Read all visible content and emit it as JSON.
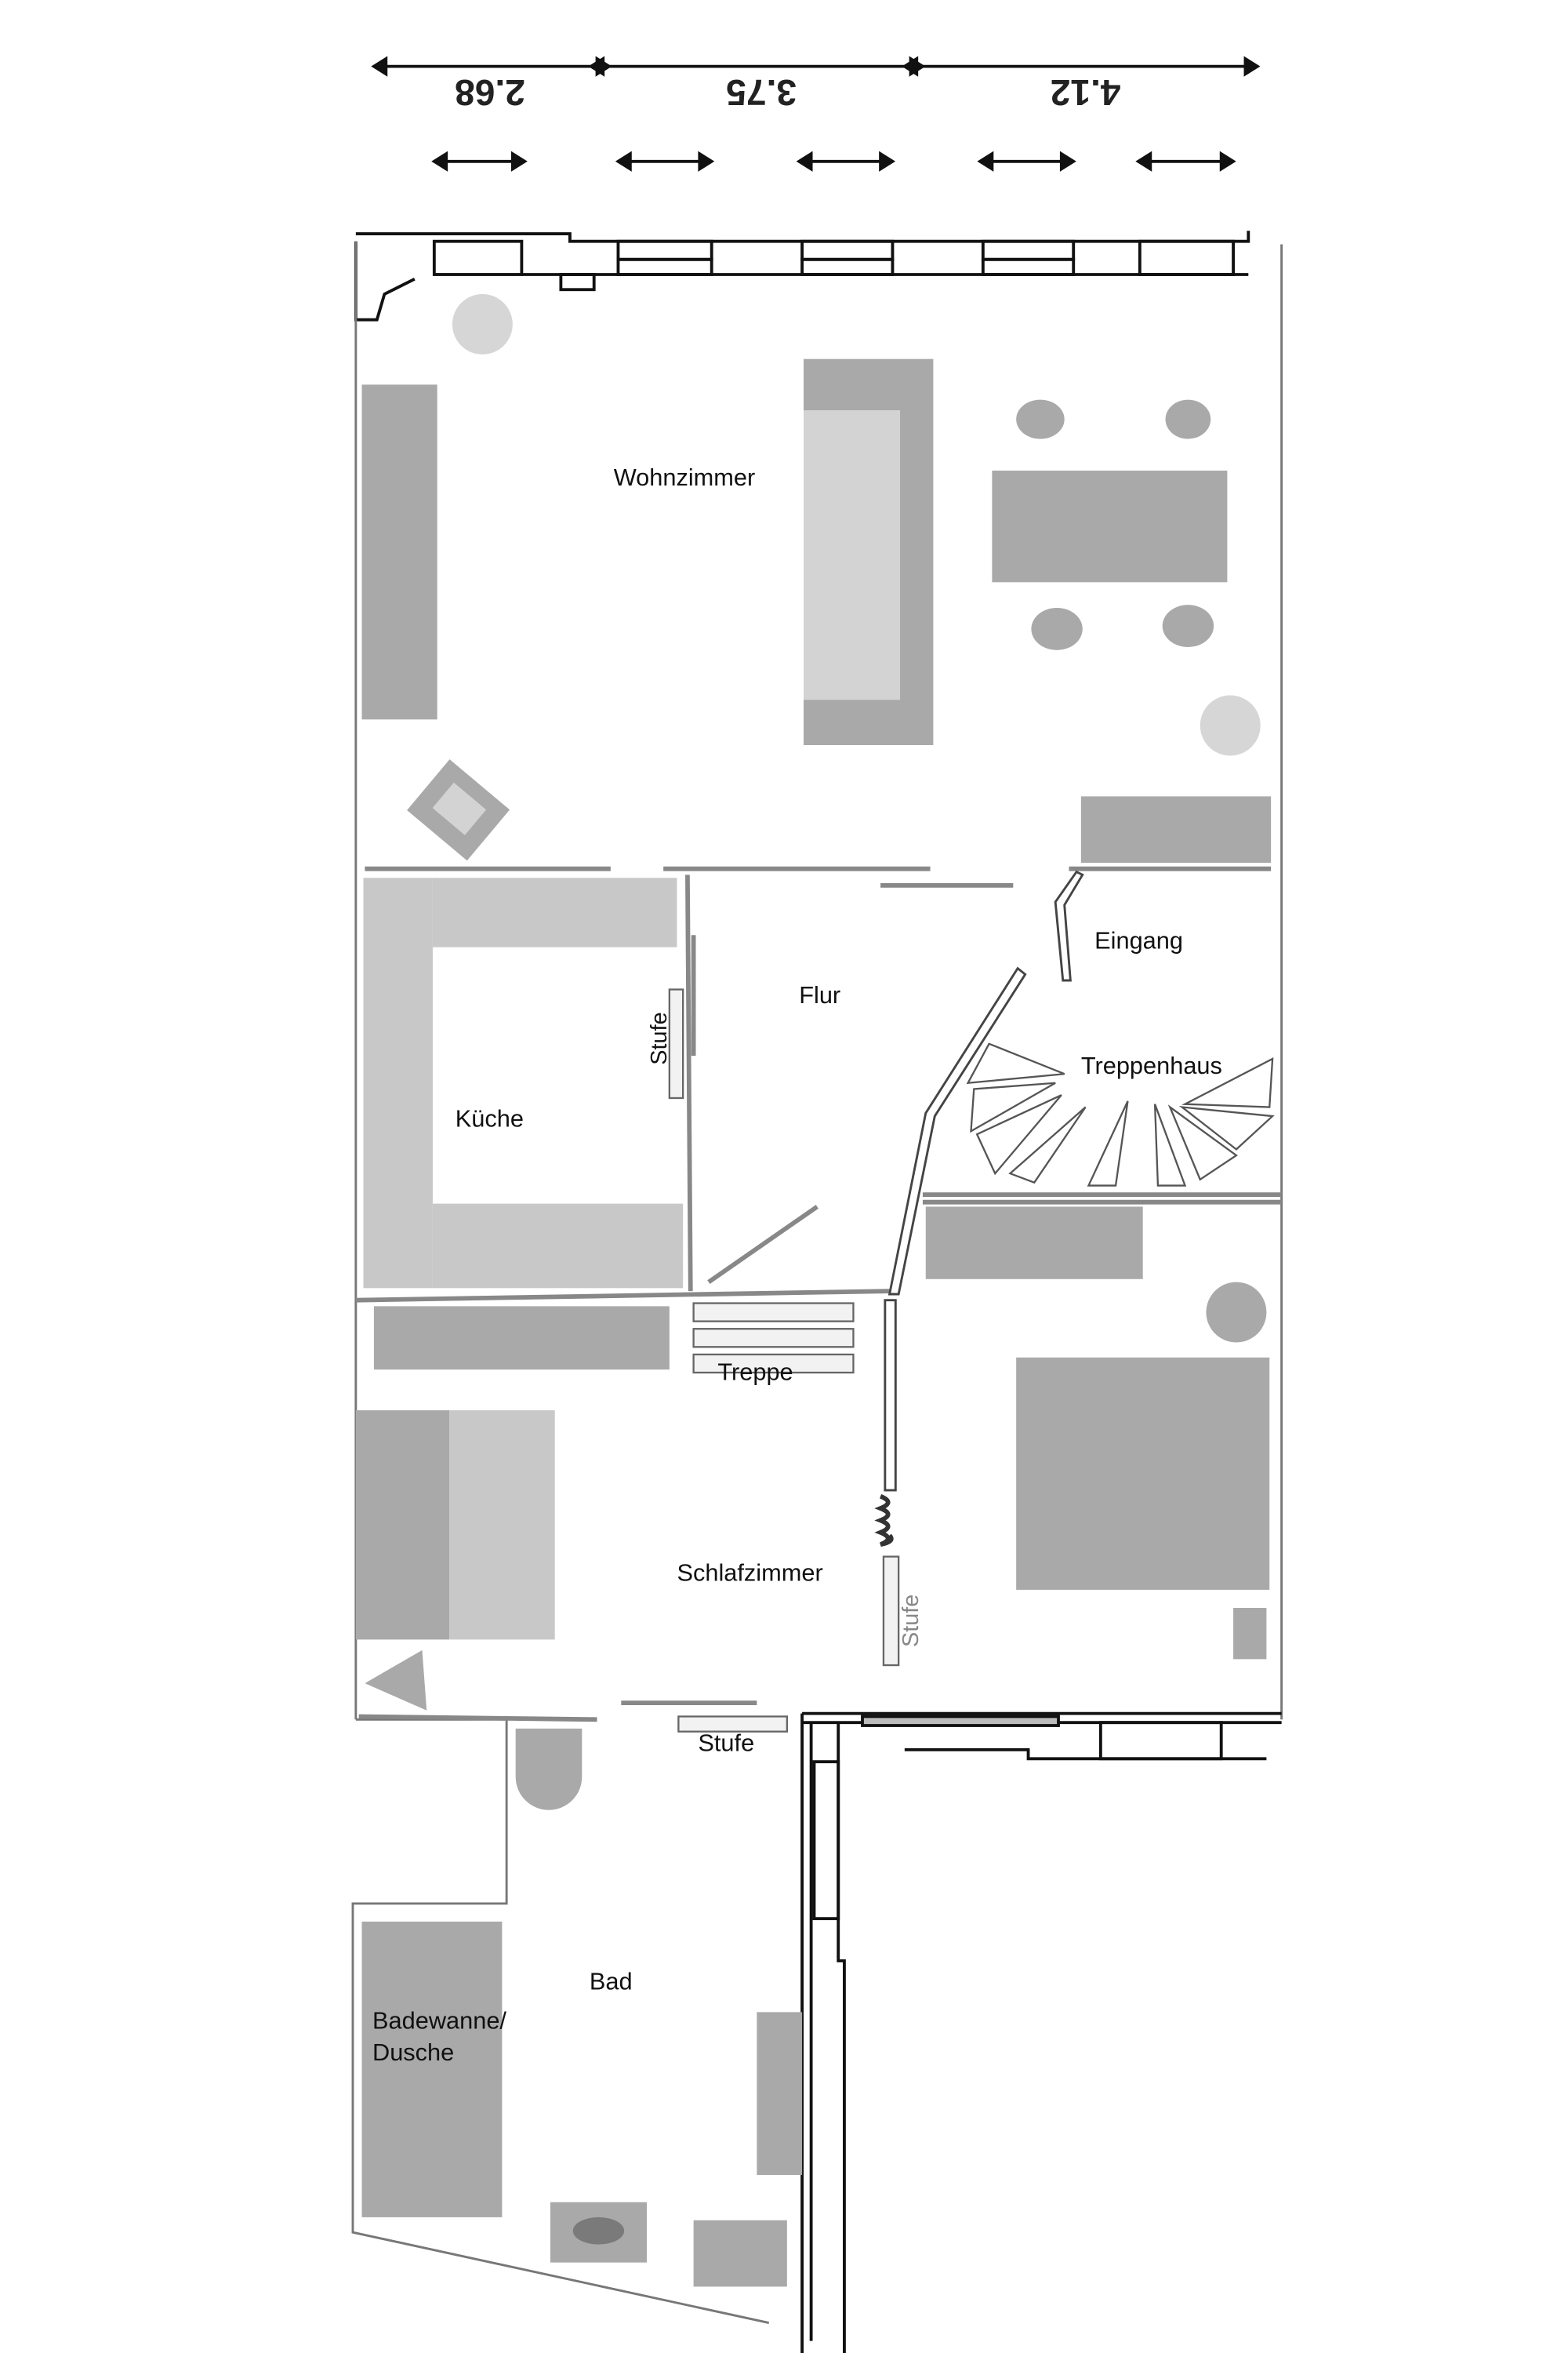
{
  "rooms": {
    "wohnzimmer": "Wohnzimmer",
    "flur": "Flur",
    "eingang": "Eingang",
    "treppenhaus": "Treppenhaus",
    "kueche": "Küche",
    "schlafzimmer": "Schlafzimmer",
    "bad": "Bad",
    "badewanne_line1": "Badewanne/",
    "badewanne_line2": "Dusche"
  },
  "features": {
    "treppe": "Treppe",
    "stufe_kitchen": "Stufe",
    "stufe_bedroom": "Stufe",
    "stufe_bath": "Stufe"
  },
  "dimensions": {
    "d1": "2.68",
    "d2": "3.75",
    "d3": "4.12"
  },
  "colors": {
    "furniture_dark": "#a9a9a9",
    "furniture_light": "#c8c8c8",
    "wall": "#555555",
    "background": "#ffffff"
  }
}
